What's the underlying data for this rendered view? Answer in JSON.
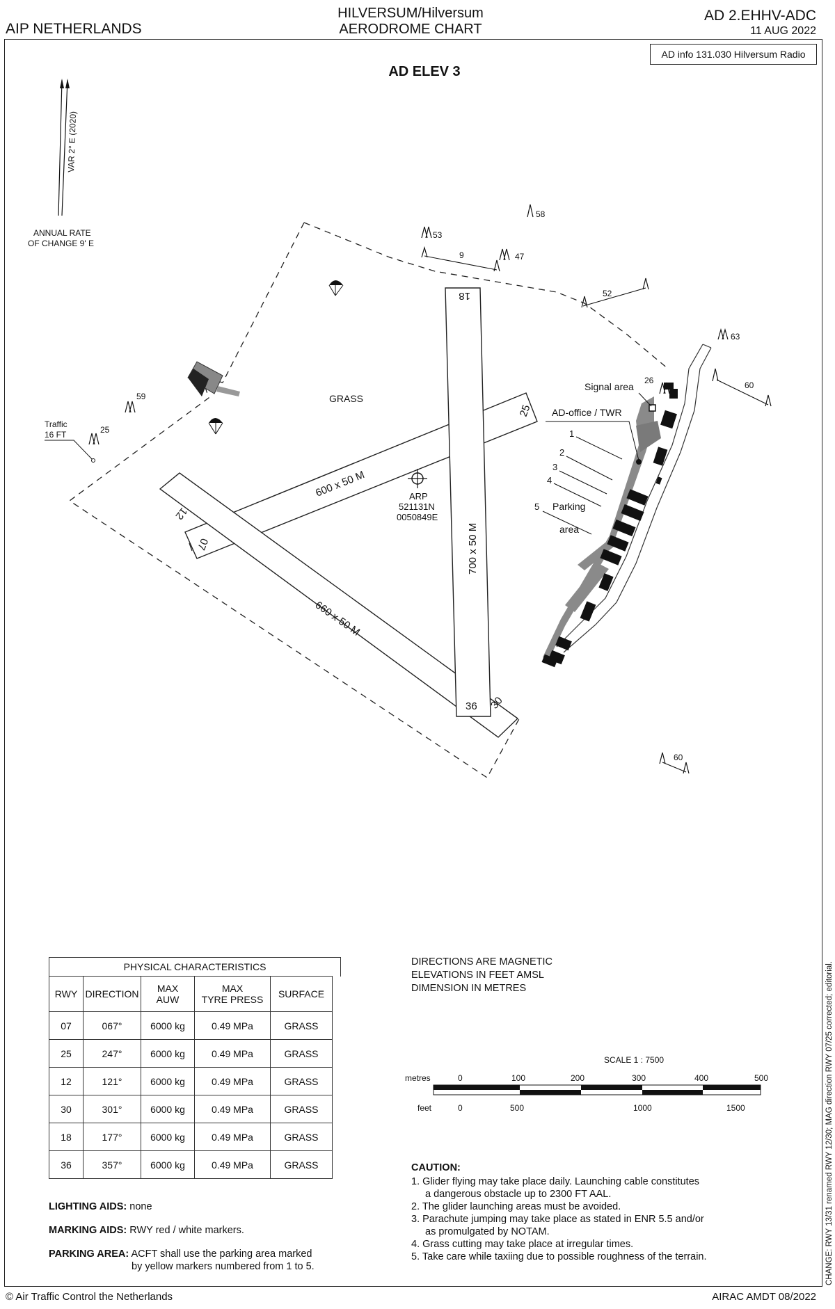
{
  "header": {
    "left": "AIP NETHERLANDS",
    "title_line1": "HILVERSUM/Hilversum",
    "title_line2": "AERODROME CHART",
    "doc_id": "AD 2.EHHV-ADC",
    "date": "11 AUG 2022"
  },
  "ad_info": "AD info 131.030 Hilversum Radio",
  "ad_elev": "AD ELEV  3",
  "north": {
    "variation": "VAR 2° E (2020)",
    "annual_line1": "ANNUAL RATE",
    "annual_line2": "OF CHANGE 9' E"
  },
  "map": {
    "grass": "GRASS",
    "signal_area": "Signal area",
    "ad_office": "AD-office / TWR",
    "parking_line1": "Parking",
    "parking_line2": "area",
    "parking_numbers": [
      "1",
      "2",
      "3",
      "4",
      "5"
    ],
    "arp": [
      "ARP",
      "521131N",
      "0050849E"
    ],
    "traffic": [
      "Traffic",
      "16 FT"
    ],
    "obstacles": [
      "58",
      "53",
      "9",
      "47",
      "52",
      "63",
      "60",
      "26",
      "59",
      "25",
      "60"
    ],
    "runways": [
      {
        "dims": "600 x 50 M",
        "ends": [
          "07",
          "25"
        ]
      },
      {
        "dims": "660 x 50 M",
        "ends": [
          "12",
          "30"
        ]
      },
      {
        "dims": "700 x 50 M",
        "ends": [
          "18",
          "36"
        ]
      }
    ]
  },
  "physical": {
    "title": "PHYSICAL CHARACTERISTICS",
    "headers": [
      "RWY",
      "DIRECTION",
      "MAX\nAUW",
      "MAX\nTYRE PRESS",
      "SURFACE"
    ],
    "rows": [
      [
        "07",
        "067°",
        "6000 kg",
        "0.49 MPa",
        "GRASS"
      ],
      [
        "25",
        "247°",
        "6000 kg",
        "0.49 MPa",
        "GRASS"
      ],
      [
        "12",
        "121°",
        "6000 kg",
        "0.49 MPa",
        "GRASS"
      ],
      [
        "30",
        "301°",
        "6000 kg",
        "0.49 MPa",
        "GRASS"
      ],
      [
        "18",
        "177°",
        "6000 kg",
        "0.49 MPa",
        "GRASS"
      ],
      [
        "36",
        "357°",
        "6000 kg",
        "0.49 MPa",
        "GRASS"
      ]
    ]
  },
  "aids": {
    "lighting_label": "LIGHTING AIDS:",
    "lighting_value": "none",
    "marking_label": "MARKING AIDS:",
    "marking_value": "RWY red / white markers.",
    "parking_label": "PARKING AREA:",
    "parking_value_line1": "ACFT shall use the parking area marked",
    "parking_value_line2": "by yellow markers numbered from 1 to 5."
  },
  "directions": [
    "DIRECTIONS ARE MAGNETIC",
    "ELEVATIONS IN FEET AMSL",
    "DIMENSION IN METRES"
  ],
  "scale": {
    "title": "SCALE 1 : 7500",
    "metres_label": "metres",
    "metres_ticks": [
      "0",
      "100",
      "200",
      "300",
      "400",
      "500"
    ],
    "feet_label": "feet",
    "feet_ticks": [
      "0",
      "500",
      "1000",
      "1500"
    ]
  },
  "caution": {
    "title": "CAUTION:",
    "items": [
      [
        "1.",
        "Glider flying may take place daily. Launching cable constitutes",
        "a dangerous obstacle up to 2300 FT AAL."
      ],
      [
        "2.",
        "The glider launching areas must be avoided.",
        ""
      ],
      [
        "3.",
        "Parachute jumping may take place as stated in ENR 5.5 and/or",
        "as promulgated by NOTAM."
      ],
      [
        "4.",
        "Grass cutting may take place at irregular times.",
        ""
      ],
      [
        "5.",
        "Take care while taxiing due to possible roughness of the terrain.",
        ""
      ]
    ]
  },
  "side_note": "CHANGE: RWY 13/31 renamed RWY 12/30; MAG direction RWY 07/25 corrected; editorial.",
  "footer": {
    "left": "© Air Traffic Control the Netherlands",
    "right": "AIRAC AMDT 08/2022"
  }
}
